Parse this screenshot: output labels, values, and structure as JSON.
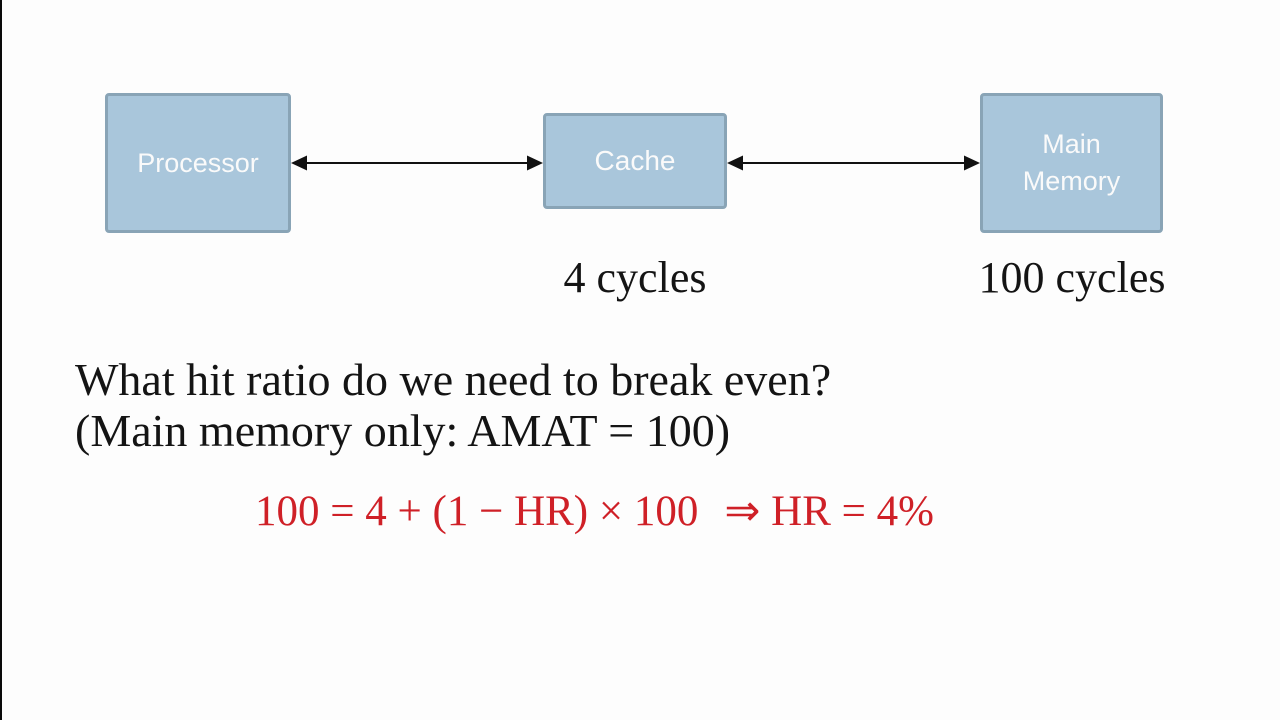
{
  "slide": {
    "background": "#fdfdfd",
    "accent_red": "#cf2027",
    "box_fill": "#a9c6db",
    "box_border": "#89a4b6",
    "nodes": [
      {
        "id": "processor",
        "label": "Processor"
      },
      {
        "id": "cache",
        "label": "Cache"
      },
      {
        "id": "main-memory",
        "label": "Main Memory"
      }
    ],
    "latency_labels": {
      "cache": "4 cycles",
      "memory": "100 cycles"
    },
    "question_line1": "What hit ratio do we need to break even?",
    "question_line2": "(Main memory only: AMAT = 100)",
    "equation": "100 = 4 + (1 − HR) × 100",
    "equation_result": "⇒ HR = 4%"
  }
}
